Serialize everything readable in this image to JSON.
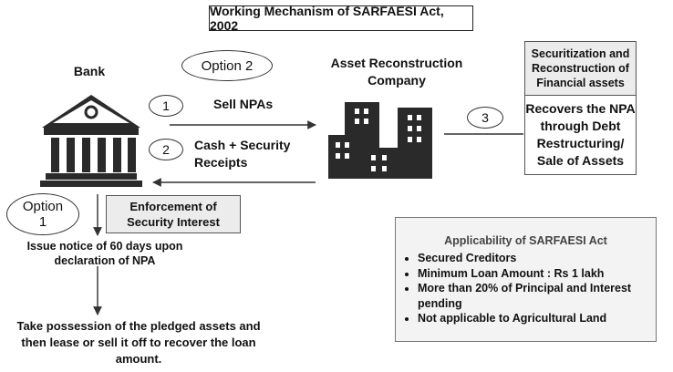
{
  "title": "Working Mechanism of SARFAESI Act, 2002",
  "bank_label": "Bank",
  "option2_label": "Option 2",
  "arc_label_line1": "Asset Reconstruction",
  "arc_label_line2": "Company",
  "step1_num": "1",
  "step1_text": "Sell NPAs",
  "step2_num": "2",
  "step2_text_line1": "Cash + Security",
  "step2_text_line2": "Receipts",
  "step3_num": "3",
  "sec_box_line1": "Securitization and",
  "sec_box_line2": "Reconstruction of",
  "sec_box_line3": "Financial assets",
  "recover_box_line1": "Recovers the NPA",
  "recover_box_line2": "through Debt",
  "recover_box_line3": "Restructuring/",
  "recover_box_line4": "Sale of Assets",
  "option1_line1": "Option",
  "option1_line2": "1",
  "enforcement_line1": "Enforcement of",
  "enforcement_line2": "Security Interest",
  "notice_line1": "Issue notice of 60 days upon",
  "notice_line2": "declaration of NPA",
  "possession_line1": "Take possession of the pledged assets and",
  "possession_line2": "then lease or sell it off to recover the loan",
  "possession_line3": "amount.",
  "applicability": {
    "title": "Applicability of SARFAESI Act",
    "items": [
      "Secured Creditors",
      "Minimum Loan Amount : Rs 1 lakh",
      "More than 20% of Principal and Interest pending",
      "Not applicable to Agricultural Land"
    ]
  }
}
